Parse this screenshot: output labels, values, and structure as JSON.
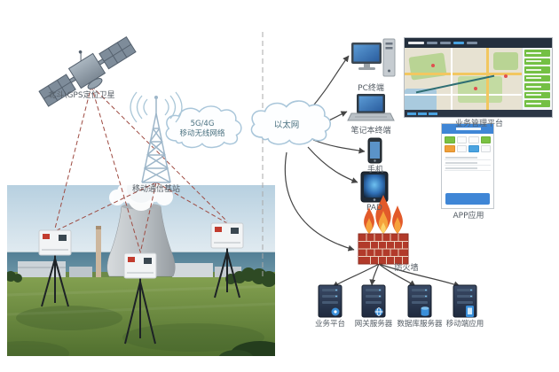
{
  "labels": {
    "satellite": "北斗\\GPS定位卫星",
    "tower": "移动通信基站",
    "cloud_mobile_line1": "5G/4G",
    "cloud_mobile_line2": "移动无线网络",
    "cloud_ethernet": "以太网",
    "pc": "PC终端",
    "laptop": "笔记本终端",
    "phone": "手机",
    "pad": "PAD",
    "platform": "业务管理平台",
    "app": "APP应用",
    "firewall": "防火墙",
    "servers": [
      "业务平台",
      "网关服务器",
      "数据库服务器",
      "移动端应用"
    ]
  },
  "colors": {
    "accent_green": "#74c044",
    "accent_blue": "#3f86d6",
    "firewall_red": "#b23a2a",
    "dashed_link_red": "#9e4b42",
    "cloud_outline": "#a9c6da"
  },
  "icons": {
    "satellite": "satellite-icon",
    "tower": "cell-tower-icon",
    "clouds": "cloud-shape",
    "pc": "desktop-pc-icon",
    "laptop": "laptop-icon",
    "phone": "smartphone-icon",
    "pad": "tablet-icon",
    "firewall": "firewall-brick-flame-icon",
    "server": "server-tower-icon",
    "device": "monitoring-device-tripod-icon"
  }
}
